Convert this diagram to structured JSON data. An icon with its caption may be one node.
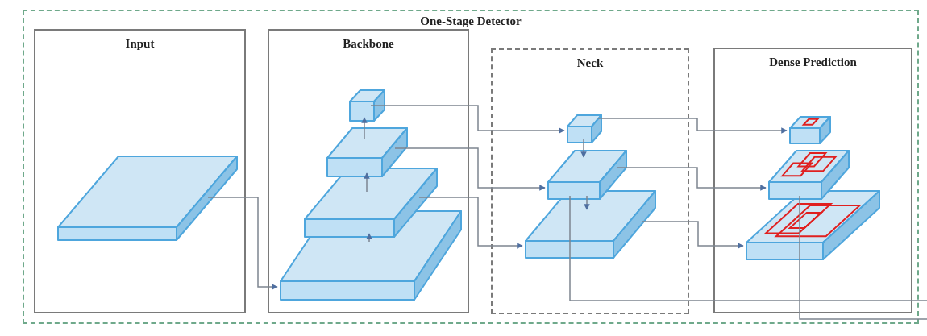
{
  "diagram": {
    "nodes": [
      {
        "text": [
          "One-Stage Detector"
        ]
      },
      {
        "text": [
          "Input"
        ],
        "in": 0
      },
      {
        "text": [
          "Backbone"
        ],
        "in": 0
      },
      {
        "text": [
          "Neck"
        ],
        "in": 0
      },
      {
        "text": [
          "Dense Prediction"
        ],
        "in": 0
      },
      {
        "text": [],
        "shape": "box",
        "in": 1
      },
      {
        "text": [],
        "shape": "box",
        "in": 2
      },
      {
        "text": [],
        "shape": "box",
        "in": 2
      },
      {
        "text": [],
        "shape": "box",
        "in": 2
      },
      {
        "text": [],
        "shape": "box",
        "in": 2
      },
      {
        "text": [],
        "shape": "box",
        "in": 3
      },
      {
        "text": [],
        "shape": "box",
        "in": 3
      },
      {
        "text": [],
        "shape": "box",
        "in": 3
      },
      {
        "text": [],
        "shape": "box",
        "in": 4
      },
      {
        "text": [],
        "shape": "box",
        "in": 4
      },
      {
        "text": [],
        "shape": "box",
        "in": 4
      }
    ],
    "edges": [
      {
        "from": 5,
        "to": 9,
        "arrow": "to"
      },
      {
        "from": 9,
        "to": 8,
        "arrow": "to"
      },
      {
        "from": 8,
        "to": 7,
        "arrow": "to"
      },
      {
        "from": 7,
        "to": 6,
        "arrow": "to"
      },
      {
        "from": 6,
        "to": 10,
        "arrow": "to"
      },
      {
        "from": 7,
        "to": 11,
        "arrow": "to"
      },
      {
        "from": 8,
        "to": 12,
        "arrow": "to"
      },
      {
        "from": 10,
        "to": 11,
        "arrow": "to"
      },
      {
        "from": 11,
        "to": 12,
        "arrow": "to"
      },
      {
        "from": 10,
        "to": 13,
        "arrow": "to"
      },
      {
        "from": 11,
        "to": 14,
        "arrow": "to"
      },
      {
        "from": 12,
        "to": 15,
        "arrow": "to"
      },
      {
        "from": 11,
        "to": null,
        "arrow": "none"
      },
      {
        "from": 14,
        "to": null,
        "arrow": "none"
      }
    ]
  }
}
